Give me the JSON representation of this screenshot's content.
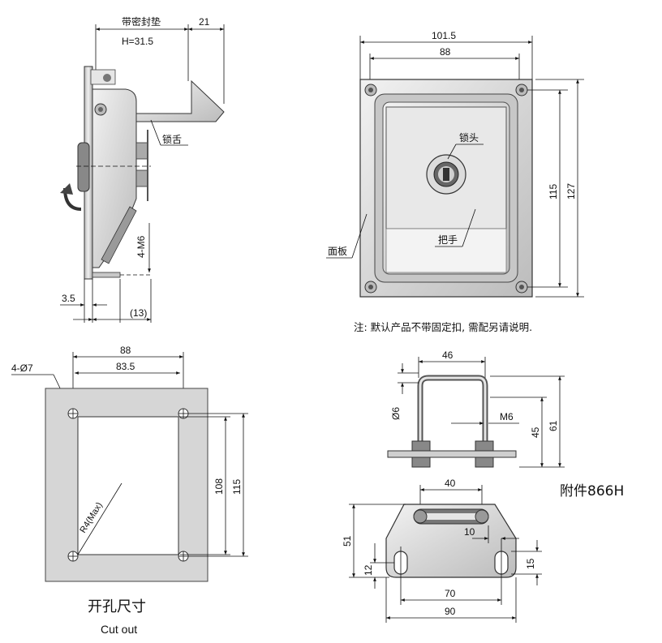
{
  "side_view": {
    "dim_gasket_label": "带密封垫",
    "dim_gasket_h": "H=31.5",
    "dim_21": "21",
    "tongue_label": "锁舌",
    "dim_4m6": "4-M6",
    "dim_3_5": "3.5",
    "dim_13": "(13)"
  },
  "front_view": {
    "dim_101_5": "101.5",
    "dim_88": "88",
    "dim_115": "115",
    "dim_127": "127",
    "lock_head_label": "锁头",
    "handle_label": "把手",
    "panel_label": "面板"
  },
  "note": "注: 默认产品不带固定扣, 需配另请说明.",
  "cutout": {
    "dim_4_phi7": "4-Ø7",
    "dim_88": "88",
    "dim_83_5": "83.5",
    "dim_108": "108",
    "dim_115": "115",
    "dim_r4": "R4(Max)",
    "caption_cn": "开孔尺寸",
    "caption_en": "Cut out"
  },
  "accessory": {
    "dim_46": "46",
    "dim_phi6": "Ø6",
    "dim_m6": "M6",
    "dim_45": "45",
    "dim_61": "61",
    "title": "附件866H",
    "dim_40": "40",
    "dim_10": "10",
    "dim_51": "51",
    "dim_12": "12",
    "dim_15": "15",
    "dim_70": "70",
    "dim_90": "90"
  },
  "colors": {
    "metal": "#d9d9d9",
    "metal_dark": "#8c8c8c",
    "line": "#111111"
  }
}
